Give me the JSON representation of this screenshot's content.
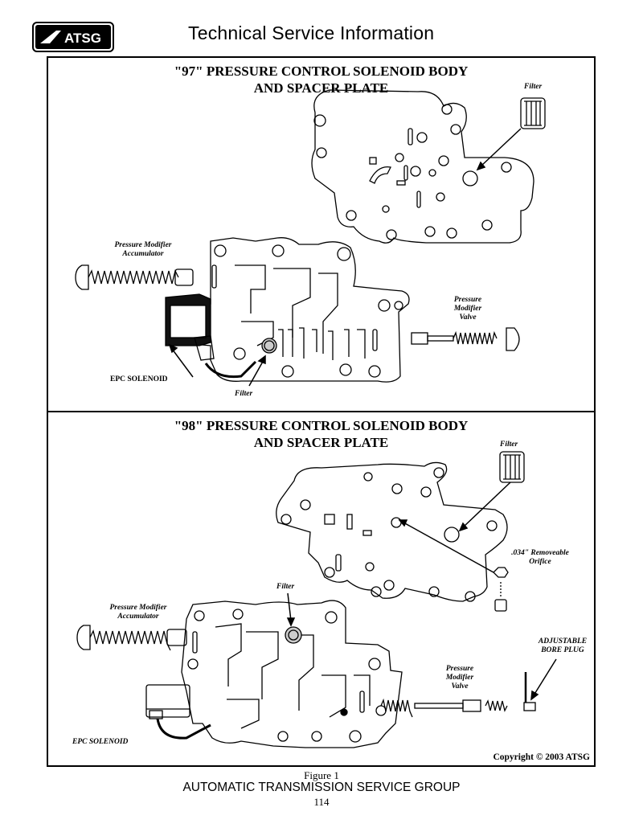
{
  "header": {
    "logo_text": "ATSG",
    "title": "Technical Service Information"
  },
  "section_97": {
    "title_line1": "\"97\" PRESSURE CONTROL SOLENOID BODY",
    "title_line2": "AND SPACER PLATE",
    "labels": {
      "filter_top": "Filter",
      "pma_line1": "Pressure Modifier",
      "pma_line2": "Accumulator",
      "pmv_line1": "Pressure",
      "pmv_line2": "Modifier",
      "pmv_line3": "Valve",
      "epc": "EPC SOLENOID",
      "filter_bottom": "Filter"
    }
  },
  "section_98": {
    "title_line1": "\"98\" PRESSURE CONTROL SOLENOID BODY",
    "title_line2": "AND SPACER PLATE",
    "labels": {
      "filter_top": "Filter",
      "orifice_line1": ".034\" Removeable",
      "orifice_line2": "Orifice",
      "filter_mid": "Filter",
      "pma_line1": "Pressure Modifier",
      "pma_line2": "Accumulator",
      "bore_line1": "ADJUSTABLE",
      "bore_line2": "BORE PLUG",
      "pmv_line1": "Pressure",
      "pmv_line2": "Modifier",
      "pmv_line3": "Valve",
      "epc": "EPC SOLENOID"
    }
  },
  "footer": {
    "copyright": "Copyright © 2003 ATSG",
    "figure": "Figure 1",
    "org": "AUTOMATIC TRANSMISSION SERVICE GROUP",
    "page": "114"
  }
}
